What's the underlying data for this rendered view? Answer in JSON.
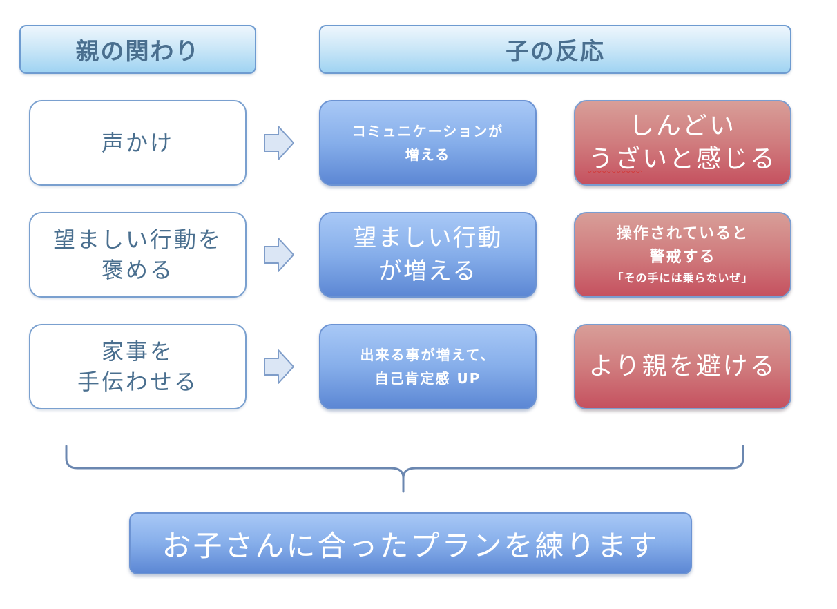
{
  "headers": {
    "parent": "親の関わり",
    "child": "子の反応"
  },
  "rows": [
    {
      "parent_lines": [
        "声かけ"
      ],
      "positive_lines": [
        "コミュニケーションが",
        "増える"
      ],
      "negative_line1_part1": "しんどい",
      "negative_line2_squiggly": "うざ",
      "negative_line2_rest": "いと感じる"
    },
    {
      "parent_lines": [
        "望ましい行動を",
        "褒める"
      ],
      "positive_lines": [
        "望ましい行動",
        "が増える"
      ],
      "negative_lines": [
        "操作されていると",
        "警戒する"
      ],
      "negative_note": "「その手には乗らないぜ」"
    },
    {
      "parent_lines": [
        "家事を",
        "手伝わせる"
      ],
      "positive_lines": [
        "出来る事が増えて、",
        "自己肯定感 UP"
      ],
      "negative_lines": [
        "より親を避ける"
      ]
    }
  ],
  "conclusion": "お子さんに合ったプランを練ります",
  "colors": {
    "header_border": "#6e9bd0",
    "blue_box": "#86aeea",
    "red_box": "#d07c7e",
    "text_dark": "#4a6f8f",
    "arrow_fill": "#dbe6f5",
    "arrow_stroke": "#7f9dc9",
    "brace": "#6b87b0"
  },
  "icons": {
    "arrow": "right-arrow-icon",
    "brace": "curly-brace"
  }
}
